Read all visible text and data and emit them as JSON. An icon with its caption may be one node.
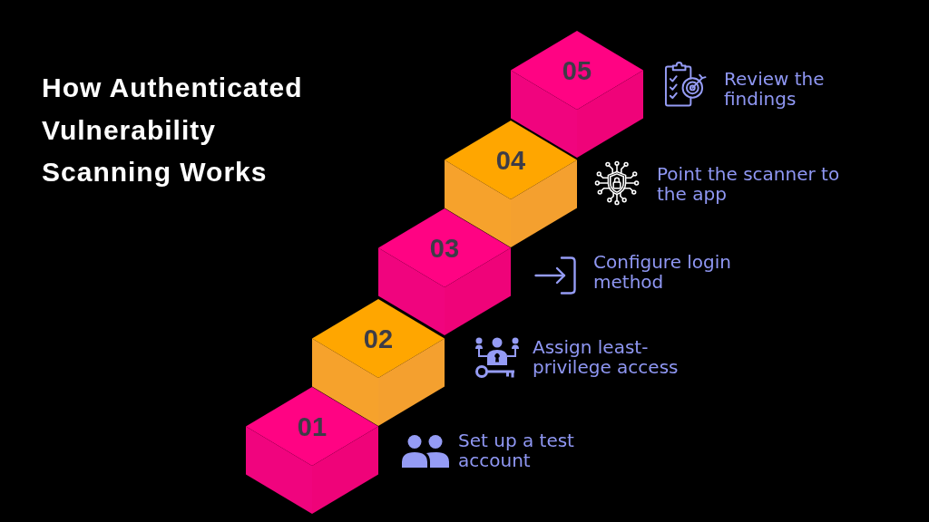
{
  "diagram": {
    "title": "How Authenticated Vulnerability Scanning Works",
    "nodes": [
      {
        "text": [
          "01"
        ]
      },
      {
        "text": [
          "02"
        ]
      },
      {
        "text": [
          "03"
        ]
      },
      {
        "text": [
          "04"
        ]
      },
      {
        "text": [
          "05"
        ]
      }
    ],
    "labels": [
      "Set up a test account",
      "Assign least-privilege access",
      "Configure login method",
      "Point the scanner to the app",
      "Review the findings"
    ]
  }
}
